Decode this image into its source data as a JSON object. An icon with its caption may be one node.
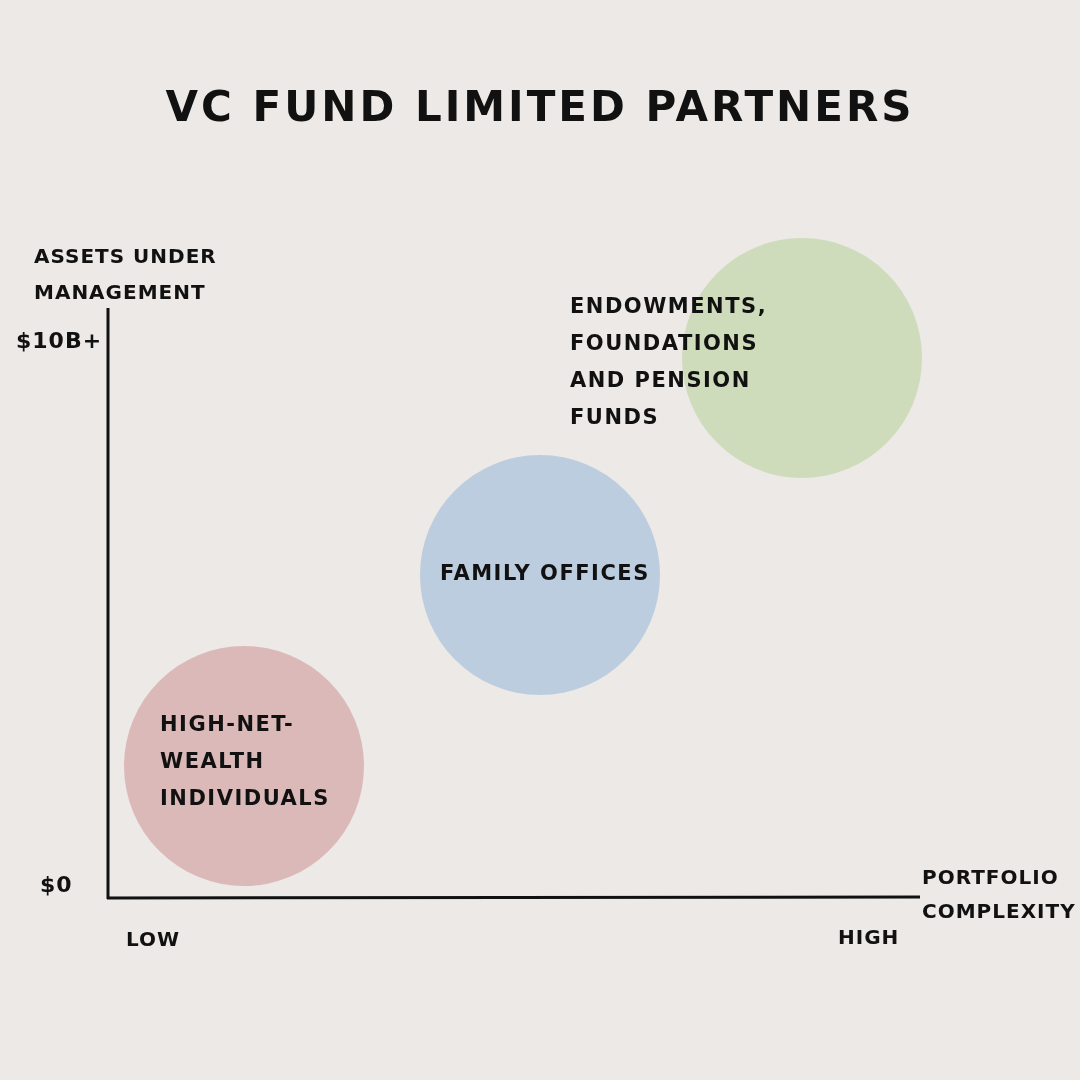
{
  "diagram": {
    "title": "VC FUND LIMITED PARTNERS",
    "nodes": [
      {
        "text": [
          "HIGH-NET-WEALTH INDIVIDUALS"
        ]
      },
      {
        "text": [
          "FAMILY OFFICES"
        ]
      },
      {
        "text": [
          "ENDOWMENTS, FOUNDATIONS AND PENSION FUNDS"
        ]
      }
    ],
    "edges": [],
    "labels": [
      "ASSETS UNDER MANAGEMENT",
      "$10B+",
      "$0",
      "PORTFOLIO COMPLEXITY",
      "LOW",
      "HIGH"
    ]
  }
}
